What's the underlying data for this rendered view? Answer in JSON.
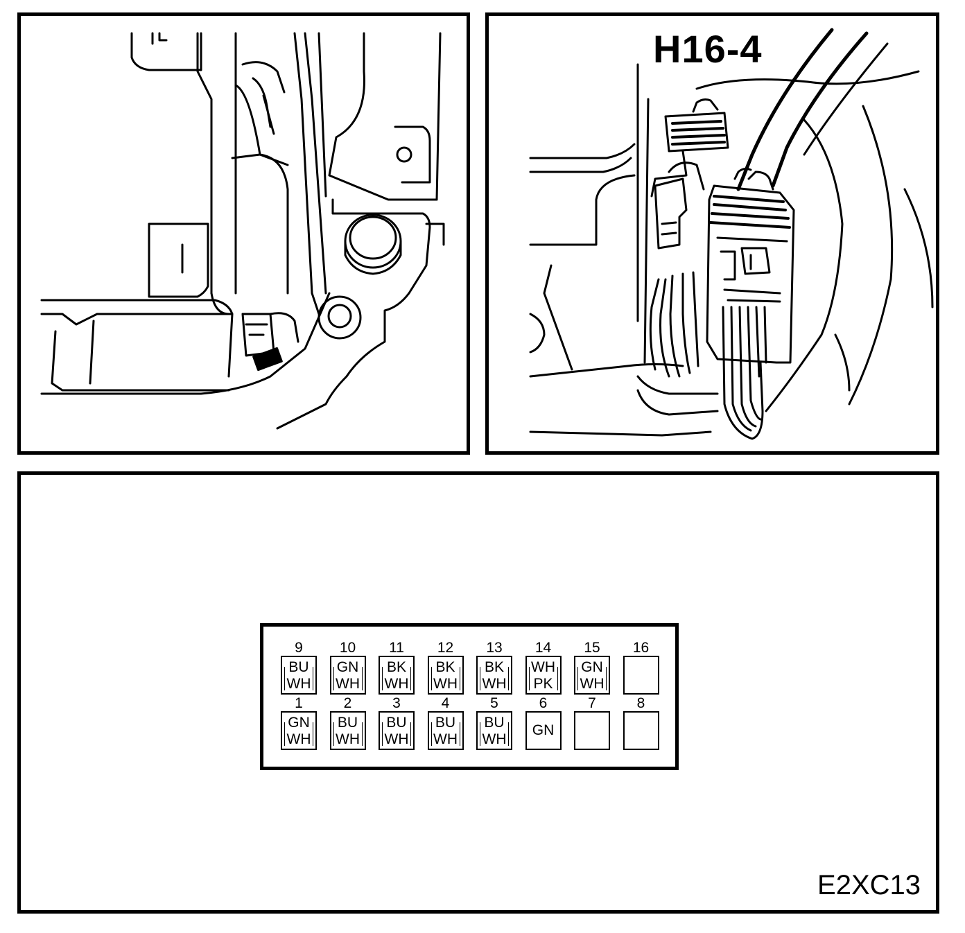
{
  "connector": {
    "title": "H16-4",
    "code": "E2XC13"
  },
  "pins_top": [
    {
      "num": "9",
      "colors": [
        "BU",
        "WH"
      ]
    },
    {
      "num": "10",
      "colors": [
        "GN",
        "WH"
      ]
    },
    {
      "num": "11",
      "colors": [
        "BK",
        "WH"
      ]
    },
    {
      "num": "12",
      "colors": [
        "BK",
        "WH"
      ]
    },
    {
      "num": "13",
      "colors": [
        "BK",
        "WH"
      ]
    },
    {
      "num": "14",
      "colors": [
        "WH",
        "PK"
      ]
    },
    {
      "num": "15",
      "colors": [
        "GN",
        "WH"
      ]
    },
    {
      "num": "16",
      "colors": []
    }
  ],
  "pins_bottom": [
    {
      "num": "1",
      "colors": [
        "GN",
        "WH"
      ]
    },
    {
      "num": "2",
      "colors": [
        "BU",
        "WH"
      ]
    },
    {
      "num": "3",
      "colors": [
        "BU",
        "WH"
      ]
    },
    {
      "num": "4",
      "colors": [
        "BU",
        "WH"
      ]
    },
    {
      "num": "5",
      "colors": [
        "BU",
        "WH"
      ]
    },
    {
      "num": "6",
      "colors": [
        "GN"
      ]
    },
    {
      "num": "7",
      "colors": []
    },
    {
      "num": "8",
      "colors": []
    }
  ]
}
